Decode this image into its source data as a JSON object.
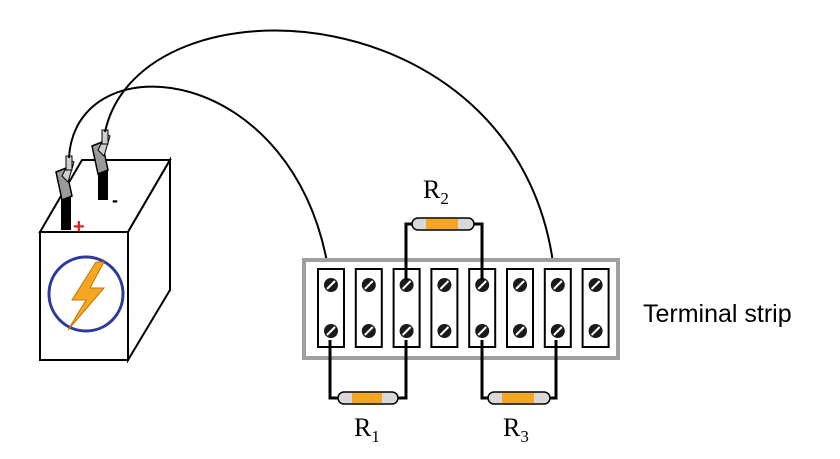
{
  "battery": {
    "positive_sign": "+",
    "negative_sign": "-",
    "icon": "lightning-bolt-icon",
    "positive_color": "#e02020",
    "bolt_color": "#f5a623",
    "ring_color": "#2b3a9c"
  },
  "resistors": [
    {
      "letter": "R",
      "sub": "1"
    },
    {
      "letter": "R",
      "sub": "2"
    },
    {
      "letter": "R",
      "sub": "3"
    }
  ],
  "terminal_strip": {
    "label": "Terminal strip",
    "terminal_count": 8,
    "frame_color": "#a0a0a0"
  },
  "resistor_band_color": "#f5a623"
}
